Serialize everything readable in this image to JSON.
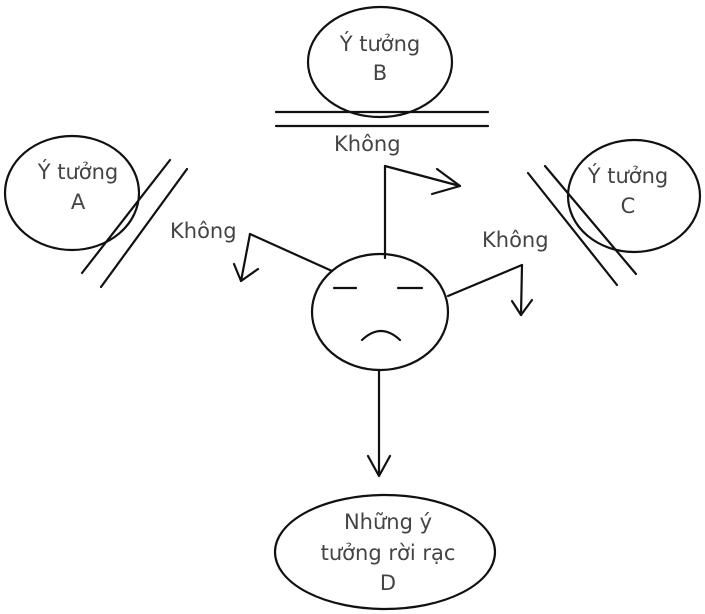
{
  "ideas": {
    "a": {
      "line1": "Ý tưởng",
      "line2": "A"
    },
    "b": {
      "line1": "Ý tưởng",
      "line2": "B"
    },
    "c": {
      "line1": "Ý tưởng",
      "line2": "C"
    },
    "d": {
      "line1": "Những ý",
      "line2": "tưởng rời rạc",
      "line3": "D"
    }
  },
  "labels": {
    "left_no": "Không",
    "top_no": "Không",
    "right_no": "Không"
  },
  "colors": {
    "line": "#111111",
    "text": "#444444",
    "background": "#ffffff"
  }
}
